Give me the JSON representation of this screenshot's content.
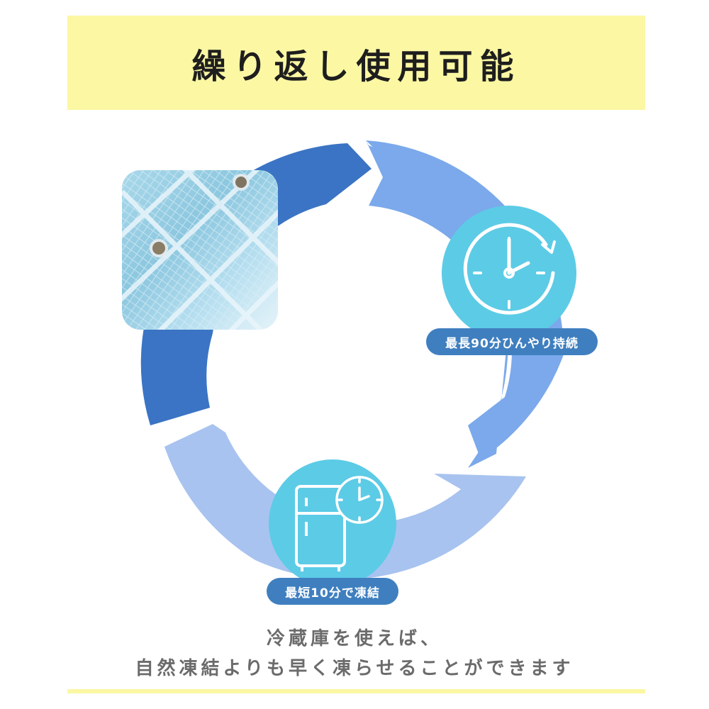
{
  "banner": {
    "title": "繰り返し使用可能"
  },
  "steps": {
    "clock_label": "最長90分ひんやり持続",
    "freeze_label": "最短10分で凍結"
  },
  "caption": {
    "line1": "冷蔵庫を使えば、",
    "line2": "自然凍結よりも早く凍らせることができます"
  },
  "colors": {
    "banner": "#fbf7a3",
    "arrow_dark": "#3b74c4",
    "arrow_mid": "#7ba9eb",
    "arrow_light": "#a8c3ef",
    "icon_circle": "#5ccbe6",
    "badge": "#3f7fbf"
  },
  "icons": {
    "clock": "clock-icon",
    "fridge": "refrigerator-icon",
    "product": "ice-pack-photo"
  }
}
